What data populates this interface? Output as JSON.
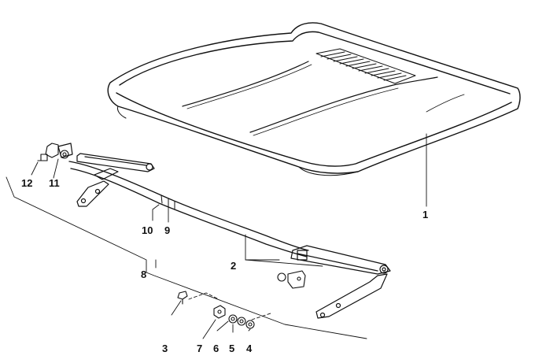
{
  "diagram": {
    "callouts": {
      "c1": "1",
      "c2": "2",
      "c3": "3",
      "c4": "4",
      "c5": "5",
      "c6": "6",
      "c7": "7",
      "c8": "8",
      "c9": "9",
      "c10": "10",
      "c11": "11",
      "c12": "12"
    }
  },
  "colors": {
    "ink": "#111111",
    "paper": "#ffffff"
  }
}
